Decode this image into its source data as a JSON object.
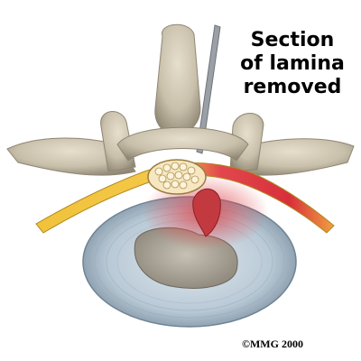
{
  "callout": {
    "lines": [
      "Section",
      "of lamina",
      "removed"
    ]
  },
  "copyright": "©MMG 2000",
  "colors": {
    "bone": "#cfc7b4",
    "bone_shadow": "#8f8674",
    "disc_ring": "#b9c9d6",
    "disc_core": "#a8a296",
    "nerve_yellow": "#f2c23a",
    "nerve_red": "#d8303a",
    "inflammation": "#e2474d"
  }
}
